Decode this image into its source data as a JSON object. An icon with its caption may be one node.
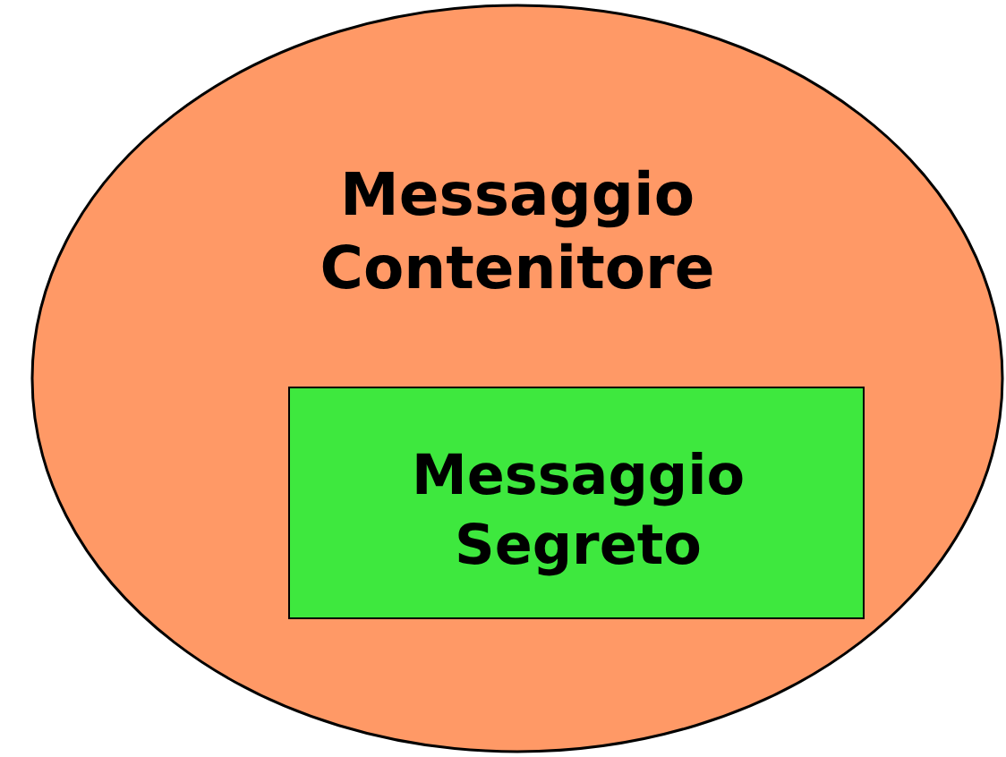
{
  "diagram": {
    "nodes": [
      {
        "text": [
          "Messaggio Contenitore"
        ]
      },
      {
        "text": [
          "Messaggio Segreto"
        ],
        "in": 0
      }
    ]
  }
}
